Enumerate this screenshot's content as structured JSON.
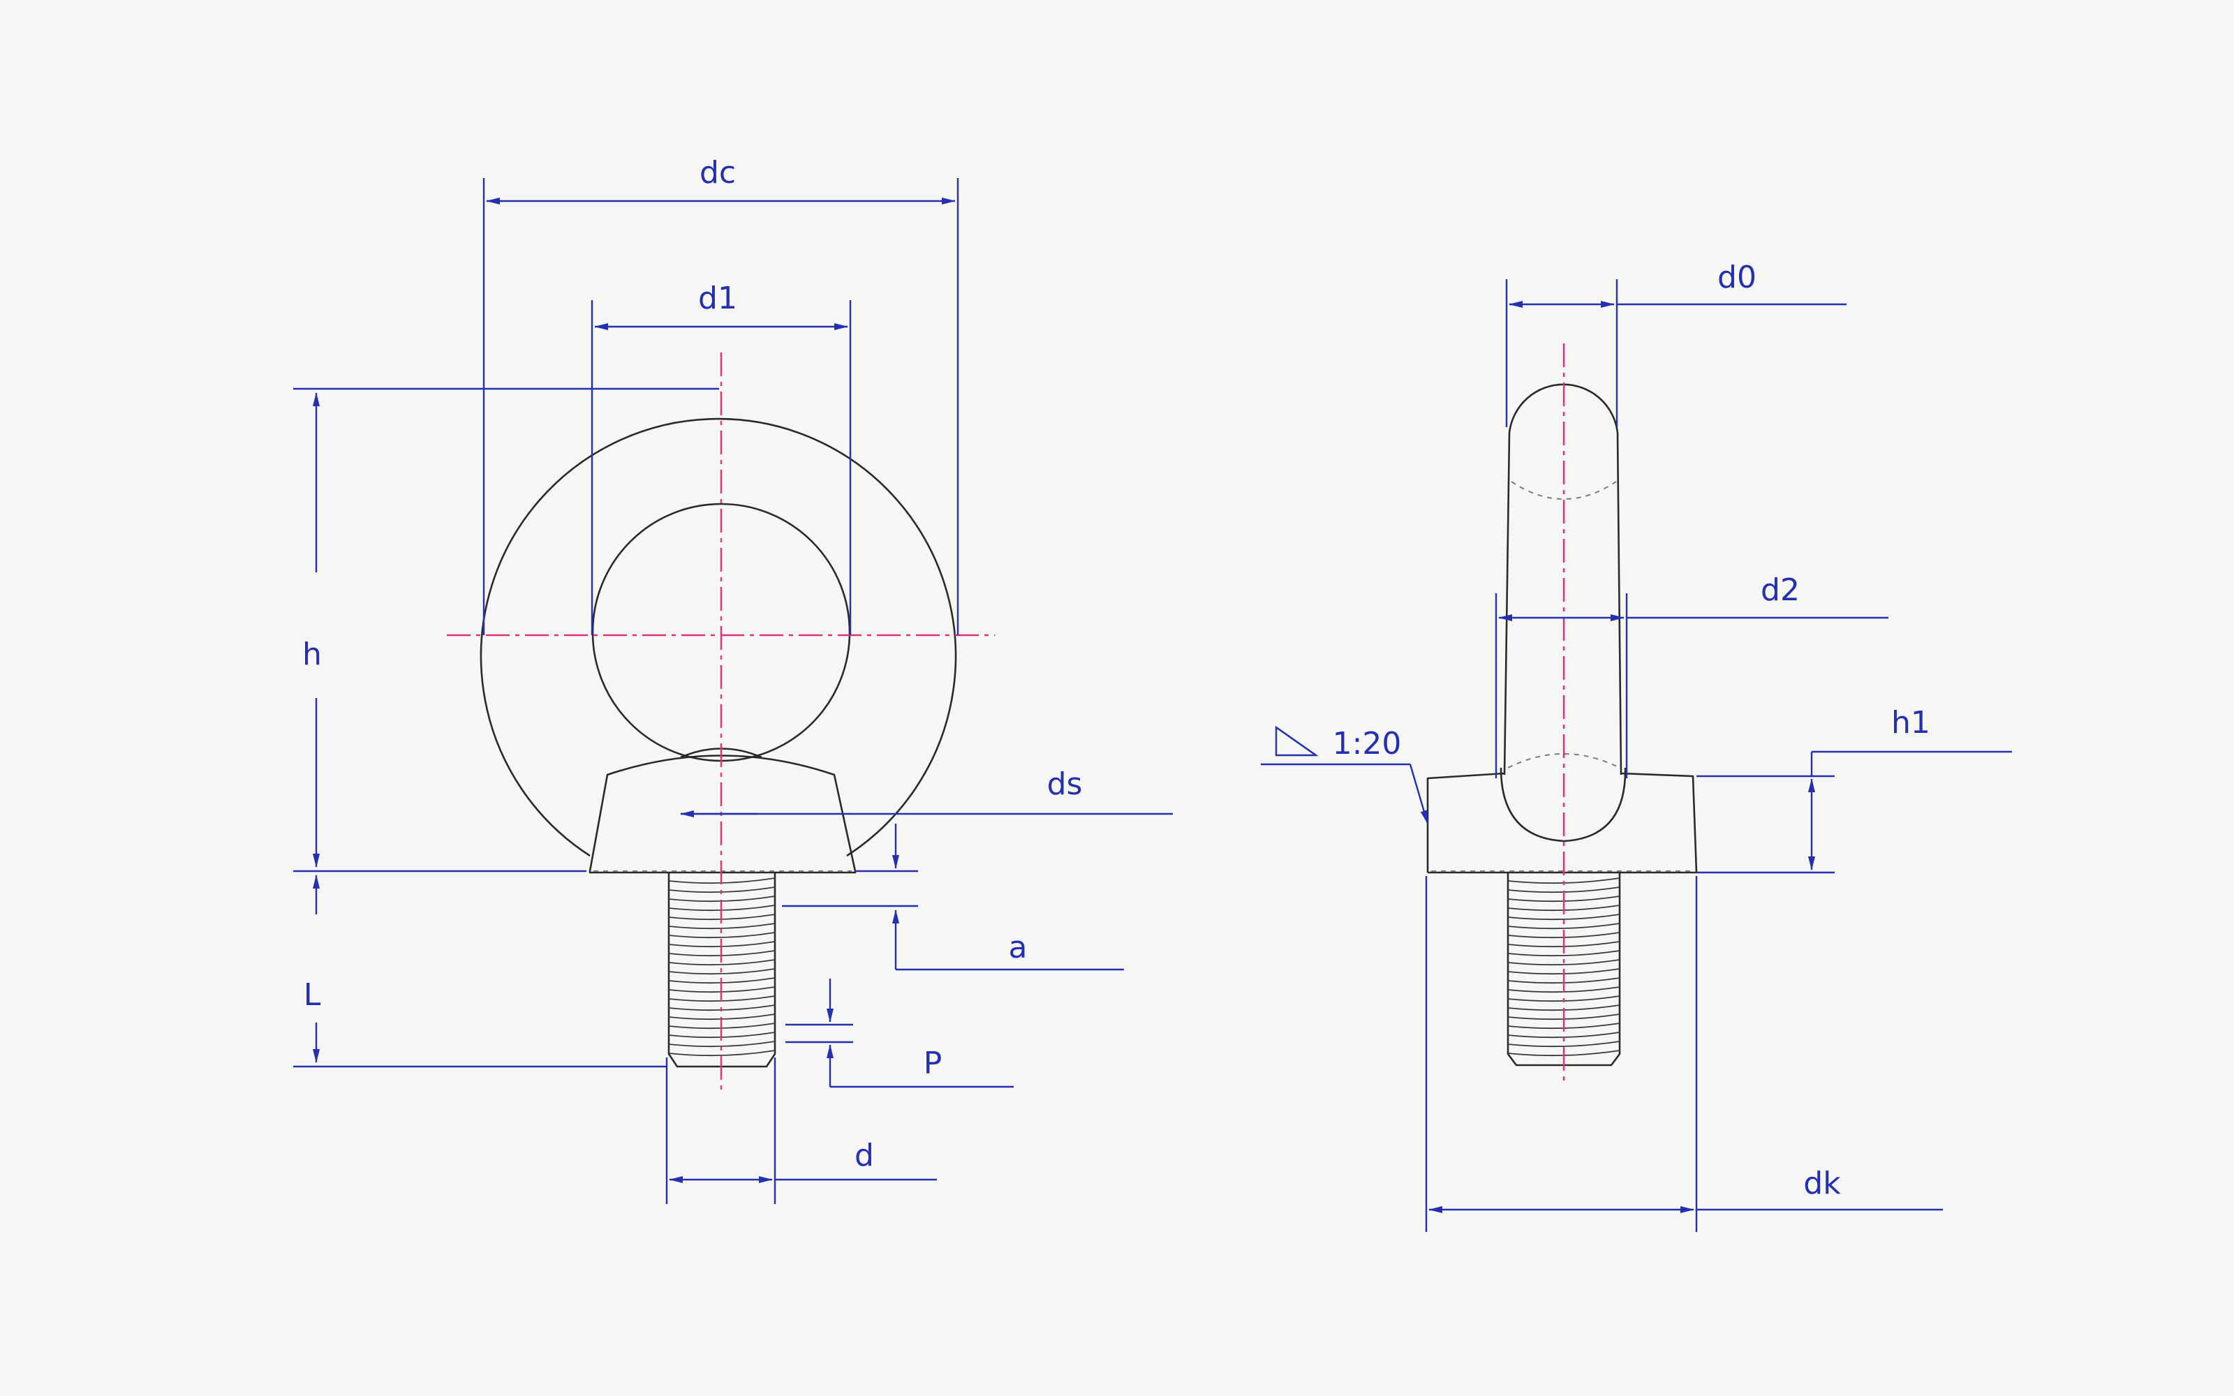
{
  "labels": {
    "dc": "dc",
    "d1": "d1",
    "h": "h",
    "ds": "ds",
    "a": "a",
    "L": "L",
    "P": "P",
    "d": "d",
    "d0": "d0",
    "d2": "d2",
    "h1": "h1",
    "taper": "1:20",
    "dk": "dk"
  },
  "colors": {
    "dimension": "#2430b0",
    "centerline": "#e0307a",
    "outline": "#2a2a2a",
    "background": "#f6f6f5"
  }
}
